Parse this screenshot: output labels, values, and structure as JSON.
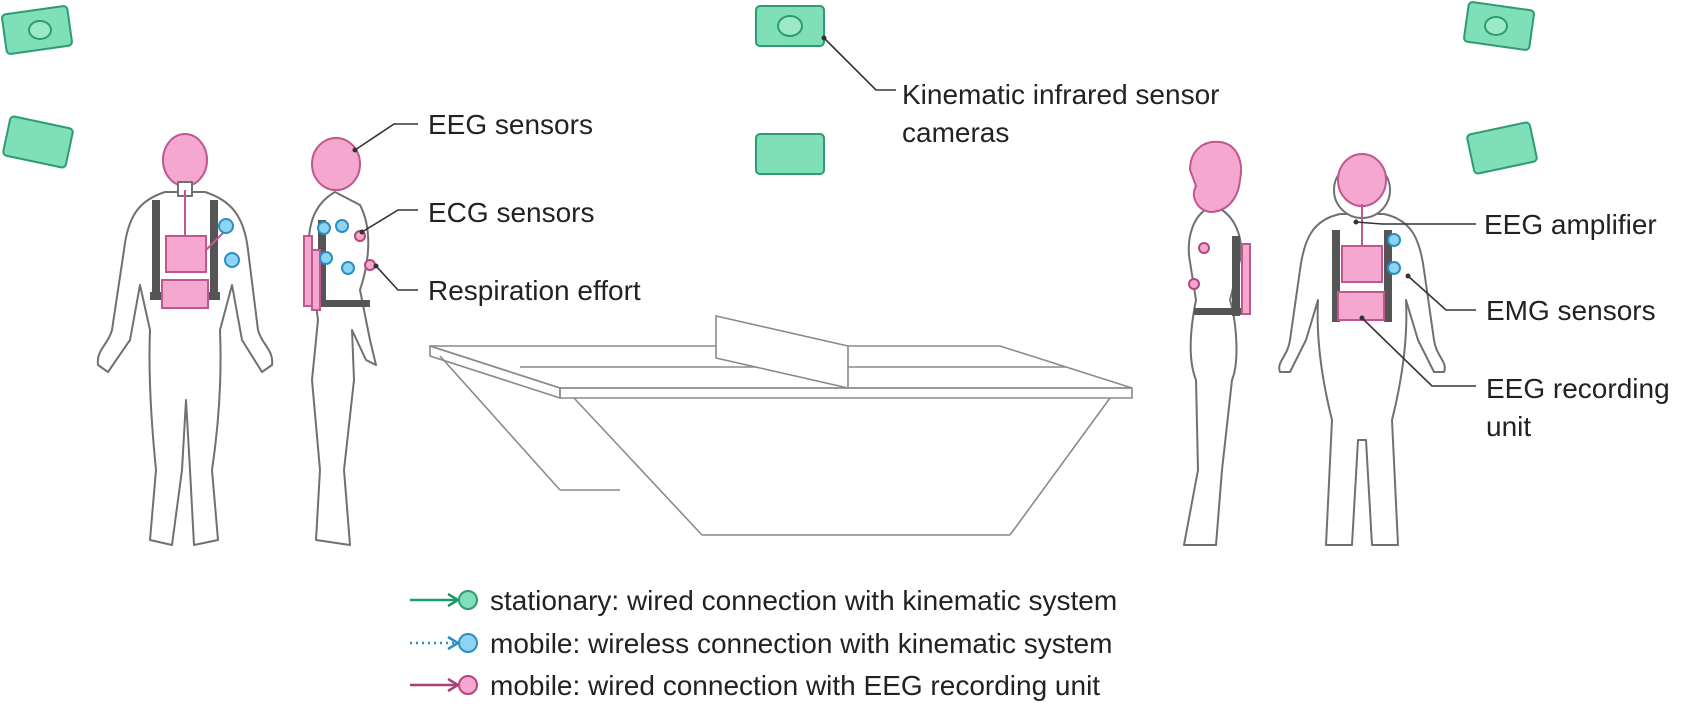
{
  "labels": {
    "eeg_sensors": "EEG sensors",
    "ecg_sensors": "ECG sensors",
    "respiration": "Respiration effort",
    "kinematic_line1": "Kinematic infrared sensor",
    "kinematic_line2": "cameras",
    "eeg_amplifier": "EEG amplifier",
    "emg_sensors": "EMG sensors",
    "eeg_recording_line1": "EEG recording",
    "eeg_recording_line2": "unit"
  },
  "legend": [
    {
      "text": "stationary: wired connection with kinematic system",
      "color": "#1a9a6c",
      "style": "solid",
      "dot": "#7fdfb8"
    },
    {
      "text": "mobile: wireless connection with kinematic system",
      "color": "#2a8ec4",
      "style": "dotted",
      "dot": "#8fd3f2"
    },
    {
      "text": "mobile: wired connection with EEG recording unit",
      "color": "#a8407a",
      "style": "solid",
      "dot": "#f4a7cf"
    }
  ],
  "colors": {
    "camera": "#7fdfb8",
    "sensor_pink": "#f4a7cf",
    "sensor_blue": "#8fd3f2"
  }
}
